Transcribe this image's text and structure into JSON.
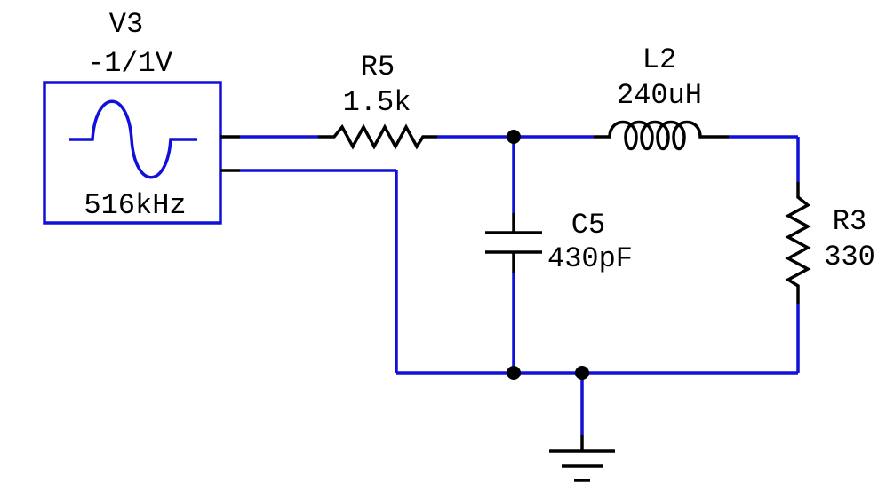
{
  "source": {
    "ref": "V3",
    "amplitude": "-1/1V",
    "frequency": "516kHz",
    "icon": "sine-wave-icon"
  },
  "resistor_r5": {
    "ref": "R5",
    "value": "1.5k"
  },
  "inductor_l2": {
    "ref": "L2",
    "value": "240uH"
  },
  "capacitor_c5": {
    "ref": "C5",
    "value": "430pF"
  },
  "resistor_r3": {
    "ref": "R3",
    "value": "330"
  },
  "colors": {
    "wire": "#1010d8",
    "component": "#000000",
    "node": "#000000",
    "background": "#ffffff"
  }
}
